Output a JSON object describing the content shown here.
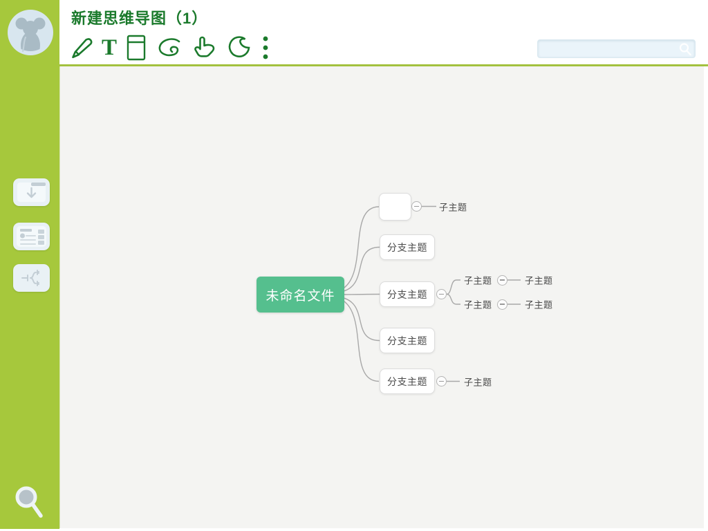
{
  "window": {
    "title": "新建思维导图（1）"
  },
  "colors": {
    "sidebar_green": "#a6c83c",
    "title_green": "#1b7a2c",
    "toolbar_icon_green": "#1b7a2c",
    "divider_green": "#a3c13e",
    "canvas_bg": "#f4f4f2",
    "root_node_green": "#55bf8e",
    "root_node_text": "#ffffff",
    "branch_border": "#dcdcdc",
    "node_text": "#4a4a4a",
    "connector_line": "#a8a8a8",
    "search_field_bg": "#eaf4fa",
    "sidebar_tile_bg": "#e9f1f5"
  },
  "sidebar": {
    "logo_icon": "mouse-logo",
    "items": [
      {
        "icon": "download-folder-icon"
      },
      {
        "icon": "card-list-icon"
      },
      {
        "icon": "mindmap-structure-icon"
      }
    ],
    "search_icon": "search-icon"
  },
  "toolbar": {
    "tools": [
      {
        "icon": "pencil-icon"
      },
      {
        "icon": "text-icon",
        "glyph": "T"
      },
      {
        "icon": "note-icon"
      },
      {
        "icon": "curve-icon"
      },
      {
        "icon": "hand-pointer-icon"
      },
      {
        "icon": "shape-icon"
      },
      {
        "icon": "more-menu-icon"
      }
    ]
  },
  "search": {
    "value": "",
    "placeholder": ""
  },
  "mindmap": {
    "root": {
      "label": "未命名文件"
    },
    "branches": [
      {
        "label": "",
        "children": [
          {
            "label": "子主题"
          }
        ]
      },
      {
        "label": "分支主题",
        "children": []
      },
      {
        "label": "分支主题",
        "children": [
          {
            "label": "子主题",
            "children": [
              {
                "label": "子主题"
              }
            ]
          },
          {
            "label": "子主题",
            "children": [
              {
                "label": "子主题"
              }
            ]
          }
        ]
      },
      {
        "label": "分支主题",
        "children": []
      },
      {
        "label": "分支主题",
        "children": [
          {
            "label": "子主题"
          }
        ]
      }
    ]
  }
}
